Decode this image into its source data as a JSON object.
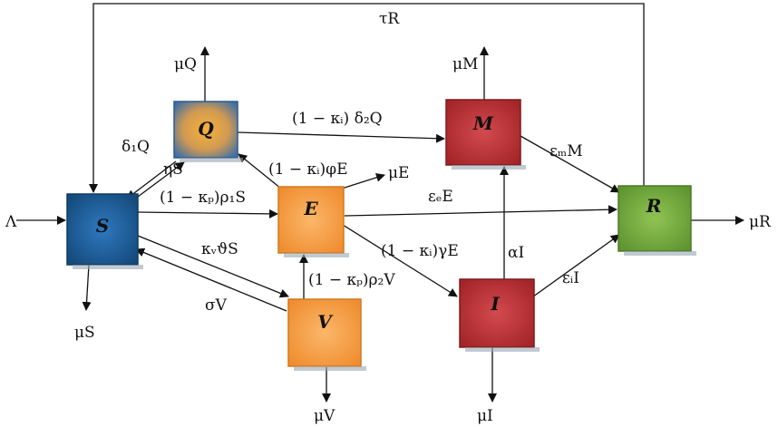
{
  "compartments": {
    "S": {
      "label": "S",
      "color": "#1f5f9c"
    },
    "Q": {
      "label": "Q",
      "color": "#f2a52c"
    },
    "E": {
      "label": "E",
      "color": "#f7a24e"
    },
    "V": {
      "label": "V",
      "color": "#f7a24e"
    },
    "M": {
      "label": "M",
      "color": "#c0363a"
    },
    "I": {
      "label": "I",
      "color": "#c0363a"
    },
    "R": {
      "label": "R",
      "color": "#78b140"
    }
  },
  "flows": {
    "lambda": "Λ",
    "tau_r": "τR",
    "mu_q": "μQ",
    "mu_m": "μM",
    "delta1_q": "δ₁Q",
    "eta_s": "ηS",
    "q_to_m": "(1 − κᵢ) δ₂Q",
    "e_to_q": "(1 − κᵢ)φE",
    "mu_e": "μE",
    "s_to_e": "(1 − κₚ)ρ₁S",
    "e_to_r": "εₑE",
    "m_to_r": "εₘM",
    "mu_r": "μR",
    "s_to_v": "κᵥϑS",
    "e_to_i": "(1 − κᵢ)γE",
    "alpha_i": "αI",
    "v_to_e": "(1 − κₚ)ρ₂V",
    "i_to_r": "εᵢI",
    "sigma_v": "σV",
    "mu_s": "μS",
    "mu_v": "μV",
    "mu_i": "μI"
  }
}
